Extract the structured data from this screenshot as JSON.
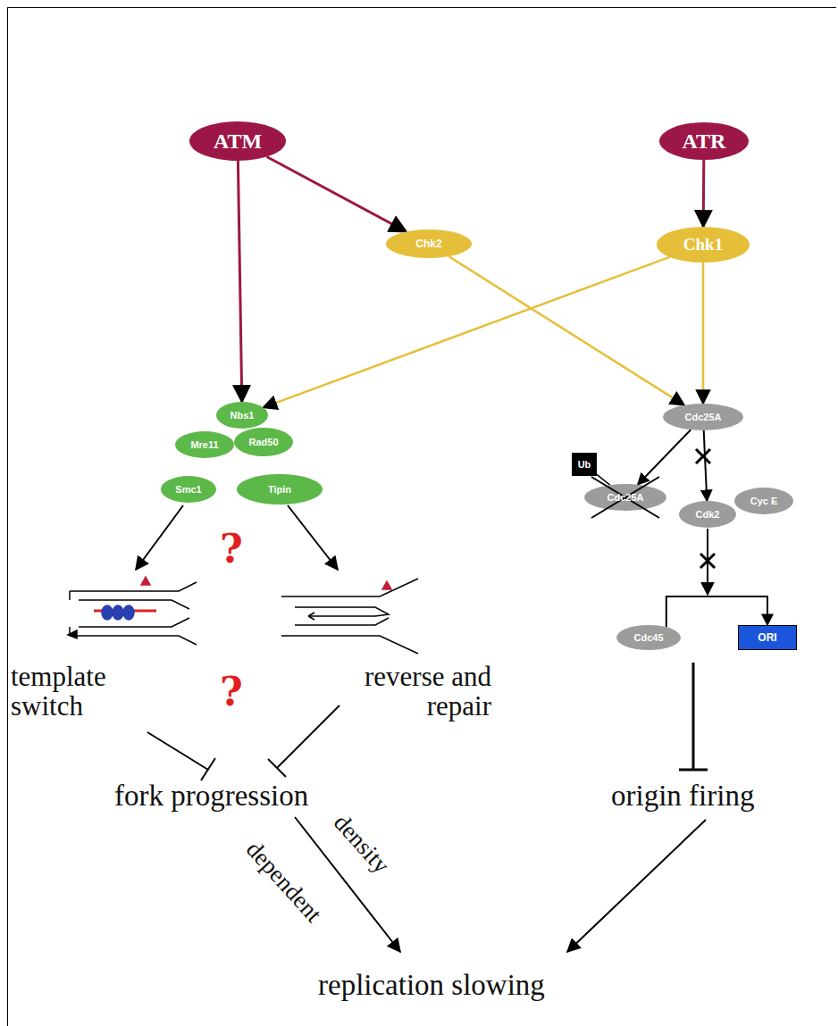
{
  "diagram": {
    "nodes": [
      {
        "text": [
          "ATM"
        ]
      },
      {
        "text": [
          "ATR"
        ]
      },
      {
        "text": [
          "Chk2"
        ]
      },
      {
        "text": [
          "Chk1"
        ]
      },
      {
        "text": [
          "Nbs1"
        ]
      },
      {
        "text": [
          "Mre11"
        ]
      },
      {
        "text": [
          "Rad50"
        ]
      },
      {
        "text": [
          "Smc1"
        ]
      },
      {
        "text": [
          "Tipin"
        ]
      },
      {
        "text": [
          "Cdc25A"
        ]
      },
      {
        "text": [
          "Ub"
        ]
      },
      {
        "text": [
          "Cdc25A"
        ]
      },
      {
        "text": [
          "Cdk2"
        ]
      },
      {
        "text": [
          "Cyc E"
        ]
      },
      {
        "text": [
          "Cdc45"
        ]
      },
      {
        "text": [
          "ORI"
        ]
      }
    ],
    "edges": [
      {
        "from": 0,
        "to": 2,
        "arrow": "to"
      },
      {
        "from": 0,
        "to": 4,
        "arrow": "to"
      },
      {
        "from": 1,
        "to": 3,
        "arrow": "to"
      },
      {
        "from": 3,
        "to": 4,
        "arrow": "to"
      },
      {
        "from": 2,
        "to": 9,
        "arrow": "to"
      },
      {
        "from": 3,
        "to": 9,
        "arrow": "to"
      },
      {
        "from": 9,
        "to": 11,
        "arrow": "to"
      },
      {
        "from": 9,
        "to": 12,
        "arrow": "to"
      },
      {
        "from": 10,
        "to": 11,
        "arrow": "none"
      },
      {
        "from": 14,
        "to": 15,
        "arrow": "to"
      }
    ],
    "labels": [
      "?",
      "?",
      "template switch",
      "reverse and repair",
      "fork progression",
      "density",
      "dependent",
      "origin firing",
      "replication slowing"
    ]
  }
}
